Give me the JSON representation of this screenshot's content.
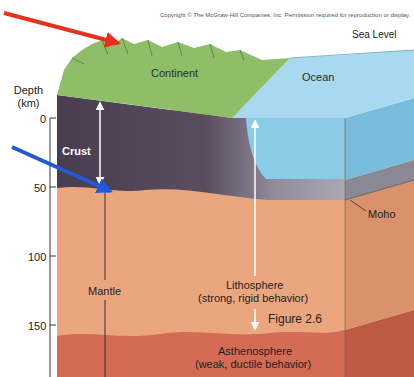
{
  "diagram": {
    "labels": [
      "Copyright © The McGraw-Hill Companies, Inc. Permission required for reproduction or display.",
      "Sea Level",
      "Depth (km)",
      "Continent",
      "Ocean",
      "0",
      "Crust",
      "Moho",
      "50",
      "Lithosphere (strong, rigid behavior)",
      "Mantle",
      "100",
      "Figure 2.6",
      "150",
      "Asthenosphere (weak, ductile behavior)"
    ]
  }
}
